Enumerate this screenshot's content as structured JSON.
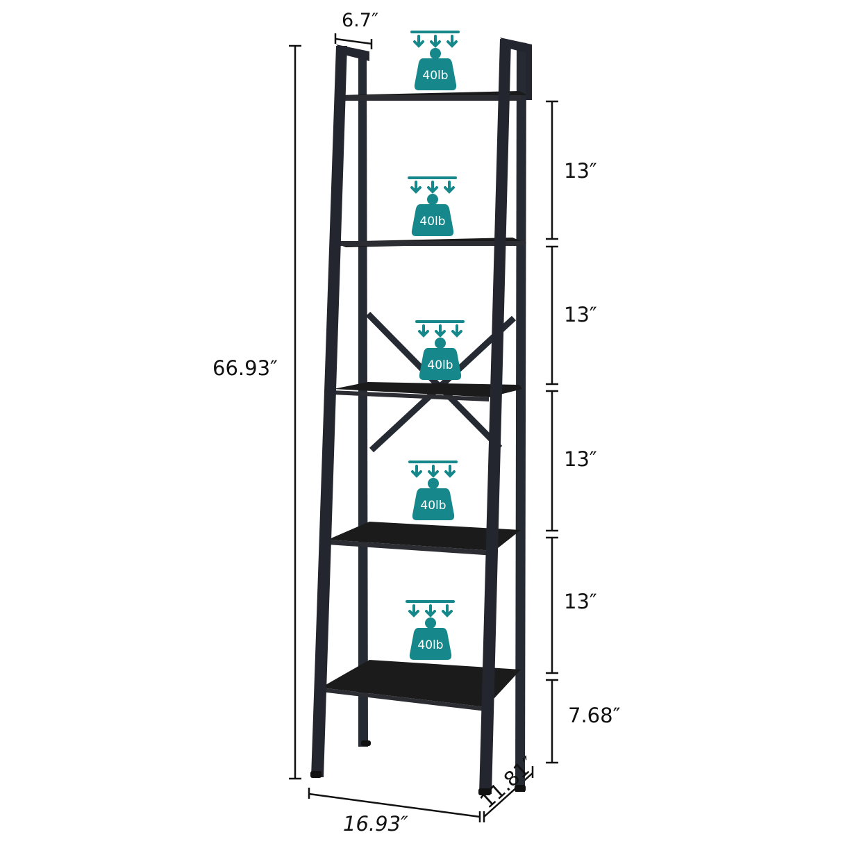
{
  "diagram": {
    "type": "product-dimension-diagram",
    "subject": "5-tier ladder bookshelf",
    "colors": {
      "frame": "#23262e",
      "shelf": "#1c1c1c",
      "badge": "#16878a",
      "dimension_line": "#111111",
      "background": "#ffffff"
    },
    "dimensions": {
      "total_height": "66.93″",
      "top_depth": "6.7″",
      "width": "16.93″",
      "depth": "11.81″",
      "shelf_spacing": [
        {
          "label": "13″"
        },
        {
          "label": "13″"
        },
        {
          "label": "13″"
        },
        {
          "label": "13″"
        },
        {
          "label": "7.68″"
        }
      ]
    },
    "load_badges": [
      {
        "label": "40lb",
        "tier": 1
      },
      {
        "label": "40lb",
        "tier": 2
      },
      {
        "label": "40lb",
        "tier": 3
      },
      {
        "label": "40lb",
        "tier": 4
      },
      {
        "label": "40lb",
        "tier": 5
      }
    ]
  }
}
